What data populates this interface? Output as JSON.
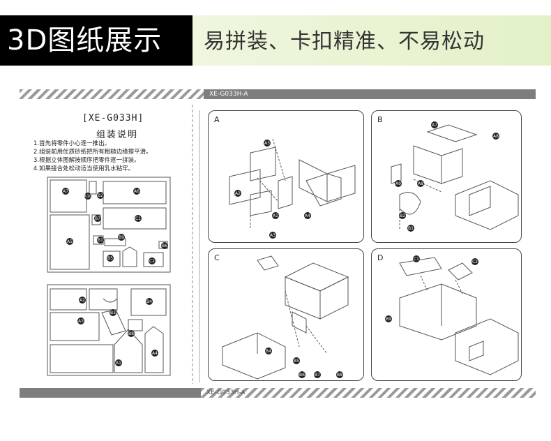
{
  "banner": {
    "title": "3D图纸展示",
    "subtitle": "易拼装、卡扣精准、不易松动"
  },
  "sheet": {
    "code_top": "XE-G033H-A",
    "code_bottom": "XE-G033H-A",
    "instructions": {
      "model": "[XE-G033H]",
      "title": "组装说明",
      "steps": [
        "1.首先将零件小心逐一推出。",
        "2.组装前用优质砂纸把所有粗糙边缘擦平滑。",
        "3.根据立体图解按顺序把零件逐一拼装。",
        "4.如果接合处松动适当使用乳水粘牢。"
      ]
    },
    "panels": [
      {
        "label": "A"
      },
      {
        "label": "B"
      },
      {
        "label": "C"
      },
      {
        "label": "D"
      }
    ],
    "part_tags": {
      "sheet1": [
        "A7",
        "A10",
        "A6",
        "B2",
        "C1",
        "B7",
        "A5",
        "B1",
        "B9",
        "B6",
        "B5",
        "C2"
      ],
      "sheet2": [
        "A2",
        "A3",
        "B3",
        "B8",
        "B4",
        "A1",
        "A4"
      ],
      "panelA": [
        "A3",
        "A2",
        "A1",
        "A4",
        "A3"
      ],
      "panelB": [
        "A7",
        "A8",
        "A9",
        "A8",
        "B2",
        "B1"
      ],
      "panelC": [
        "B4",
        "B5",
        "B6",
        "B7",
        "B8"
      ],
      "panelD": [
        "C1",
        "C2",
        "B9"
      ]
    }
  }
}
